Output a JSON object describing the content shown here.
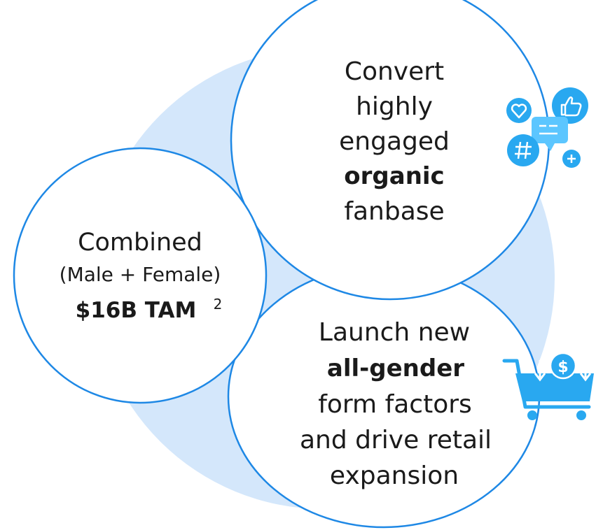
{
  "colors": {
    "background_blob": "#d4e7fb",
    "circle_fill": "#ffffff",
    "circle_stroke": "#1e88e5",
    "text": "#1a1a1a",
    "icon_blue": "#29a8f0",
    "icon_light": "#5cc6ff"
  },
  "left_circle": {
    "line1": "Combined",
    "line2": "(Male + Female)",
    "line3_bold": "$16B TAM",
    "superscript": "2"
  },
  "top_circle": {
    "line1": "Convert",
    "line2": "highly",
    "line3": "engaged",
    "line4_bold": "organic",
    "line5": "fanbase"
  },
  "bottom_circle": {
    "line1": "Launch new",
    "line2_bold": "all-gender",
    "line3": "form factors",
    "line4": "and drive retail",
    "line5": "expansion"
  },
  "icons": {
    "social": [
      "heart-icon",
      "thumbs-up-icon",
      "chat-bubble-icon",
      "hashtag-icon",
      "plus-icon"
    ],
    "retail": [
      "shopping-cart-icon",
      "dollar-coin-icon",
      "down-arrow-icon"
    ],
    "cart_coin_symbol": "$"
  }
}
